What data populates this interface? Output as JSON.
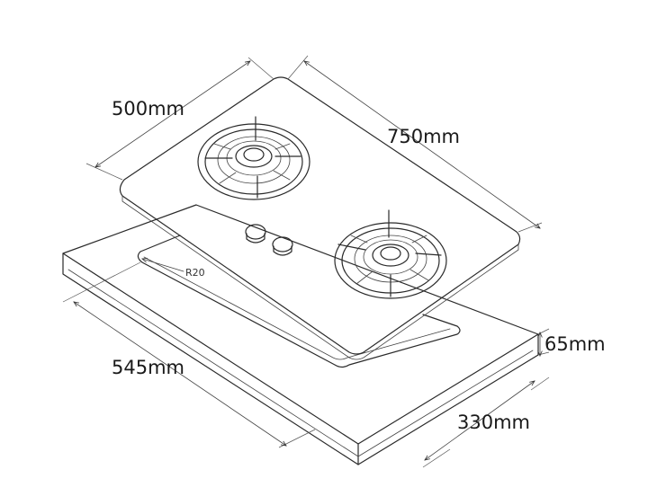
{
  "dimensions": {
    "top_depth": "500mm",
    "top_width": "750mm",
    "cutout_width": "545mm",
    "cutout_depth": "330mm",
    "height": "65mm",
    "corner_radius": "R20"
  }
}
